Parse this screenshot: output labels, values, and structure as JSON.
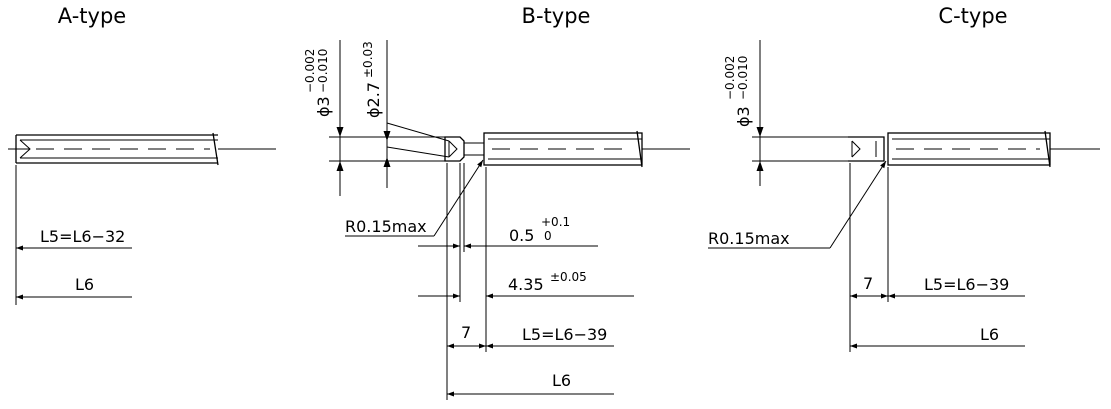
{
  "types": {
    "a": {
      "title": "A-type",
      "l5_label": "L5=L6−32",
      "l6_label": "L6"
    },
    "b": {
      "title": "B-type",
      "dia3_label": "ϕ3",
      "dia3_tol_upper": "−0.002",
      "dia3_tol_lower": "−0.010",
      "dia27_label": "ϕ2.7",
      "dia27_tol": "±0.03",
      "radius_label": "R0.15max",
      "groove_label": "0.5",
      "groove_tol_upper": "+0.1",
      "groove_tol_lower": "0",
      "length435_label": "4.35",
      "length435_tol": "±0.05",
      "seven_label": "7",
      "l5_label": "L5=L6−39",
      "l6_label": "L6"
    },
    "c": {
      "title": "C-type",
      "dia3_label": "ϕ3",
      "dia3_tol_upper": "−0.002",
      "dia3_tol_lower": "−0.010",
      "radius_label": "R0.15max",
      "seven_label": "7",
      "l5_label": "L5=L6−39",
      "l6_label": "L6"
    }
  }
}
